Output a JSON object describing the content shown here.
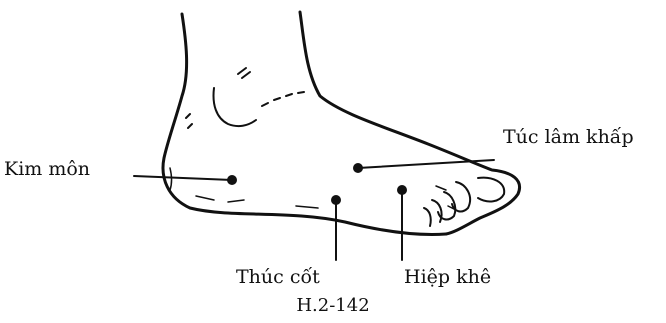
{
  "figure": {
    "caption": "H.2-142",
    "points": [
      {
        "id": "kim-mon",
        "label": "Kim môn"
      },
      {
        "id": "tuc-lam-khap",
        "label": "Túc lâm khấp"
      },
      {
        "id": "thuc-cot",
        "label": "Thúc cốt"
      },
      {
        "id": "hiep-khe",
        "label": "Hiệp khê"
      }
    ]
  },
  "colors": {
    "ink": "#111111",
    "background": "#ffffff"
  }
}
